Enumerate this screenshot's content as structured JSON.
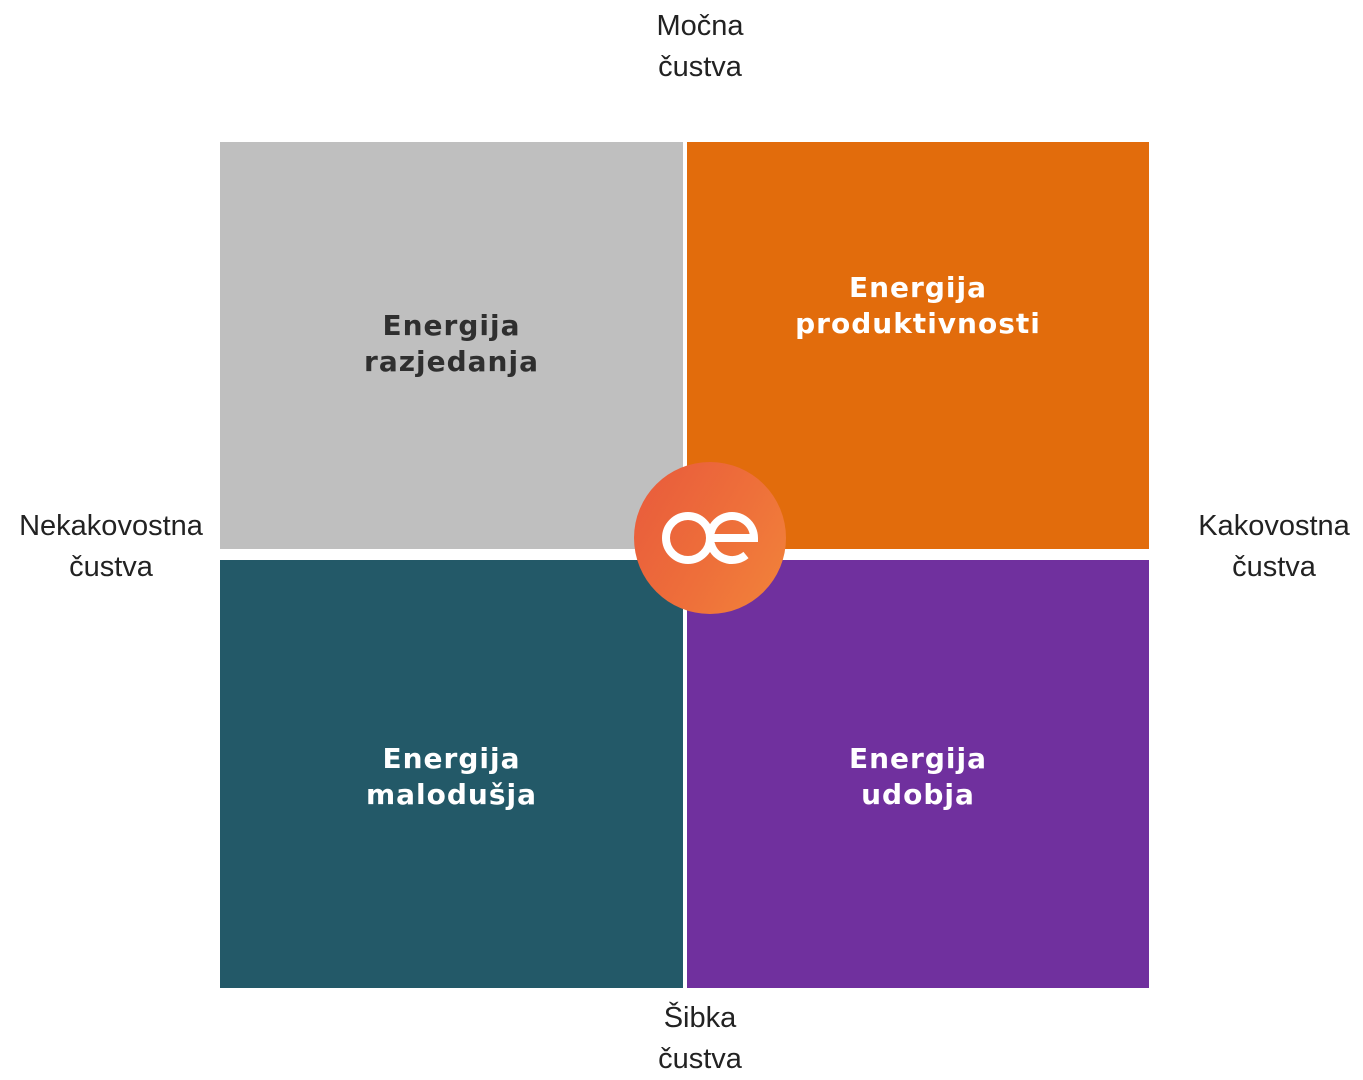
{
  "axes": {
    "top": {
      "line1": "Močna",
      "line2": "čustva"
    },
    "bottom": {
      "line1": "Šibka",
      "line2": "čustva"
    },
    "left": {
      "line1": "Nekakovostna",
      "line2": "čustva"
    },
    "right": {
      "line1": "Kakovostna",
      "line2": "čustva"
    }
  },
  "quadrants": {
    "top_left": {
      "line1": "Energija",
      "line2": "razjedanja",
      "color": "#bfbfbf",
      "text_color": "#2f2f2f"
    },
    "top_right": {
      "line1": "Energija",
      "line2": "produktivnosti",
      "color": "#e26c0c",
      "text_color": "#ffffff"
    },
    "bottom_left": {
      "line1": "Energija",
      "line2": "malodušja",
      "color": "#235968",
      "text_color": "#ffffff"
    },
    "bottom_right": {
      "line1": "Energija",
      "line2": "udobja",
      "color": "#70309e",
      "text_color": "#ffffff"
    }
  },
  "logo": {
    "icon": "oe-logo-icon",
    "gradient_start": "#e85a3c",
    "gradient_end": "#f2843a"
  }
}
